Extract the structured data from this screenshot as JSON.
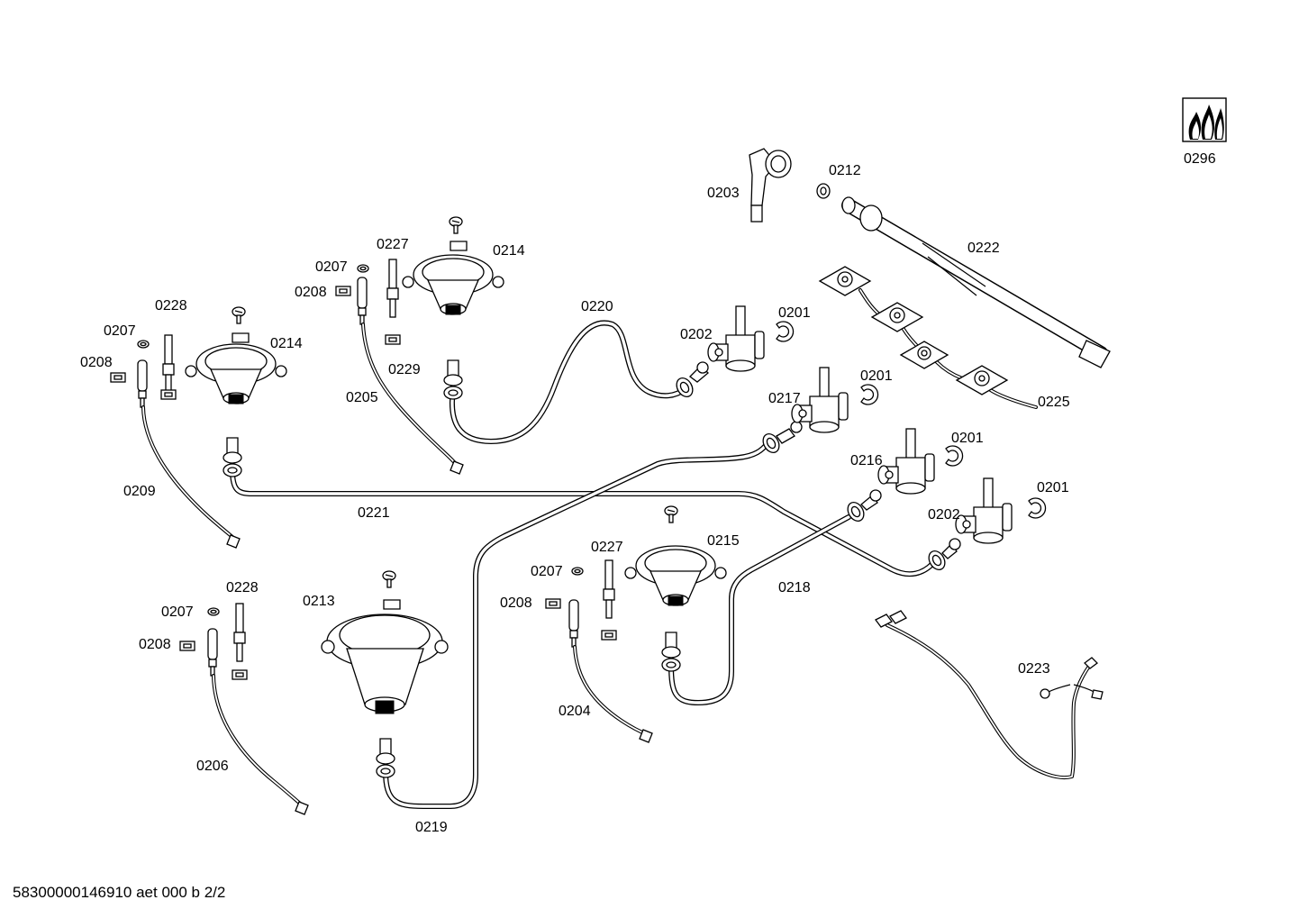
{
  "diagram": {
    "labels": {
      "l_0296": "0296",
      "l_0203": "0203",
      "l_0212": "0212",
      "l_0222": "0222",
      "l_0225": "0225",
      "l_0201_a": "0201",
      "l_0202_a": "0202",
      "l_0201_b": "0201",
      "l_0217": "0217",
      "l_0201_c": "0201",
      "l_0216": "0216",
      "l_0201_d": "0201",
      "l_0202_b": "0202",
      "l_0220": "0220",
      "l_0214_a": "0214",
      "l_0227_a": "0227",
      "l_0207_a": "0207",
      "l_0208_a": "0208",
      "l_0229": "0229",
      "l_0205": "0205",
      "l_0228_a": "0228",
      "l_0207_b": "0207",
      "l_0208_b": "0208",
      "l_0214_b": "0214",
      "l_0209": "0209",
      "l_0221": "0221",
      "l_0218": "0218",
      "l_0215": "0215",
      "l_0227_b": "0227",
      "l_0207_c": "0207",
      "l_0208_c": "0208",
      "l_0204": "0204",
      "l_0213": "0213",
      "l_0228_b": "0228",
      "l_0207_d": "0207",
      "l_0208_d": "0208",
      "l_0206": "0206",
      "l_0219": "0219",
      "l_0223": "0223"
    },
    "icon": "gas-flame-icon",
    "footer_text": "58300000146910 aet 000 b 2/2"
  }
}
